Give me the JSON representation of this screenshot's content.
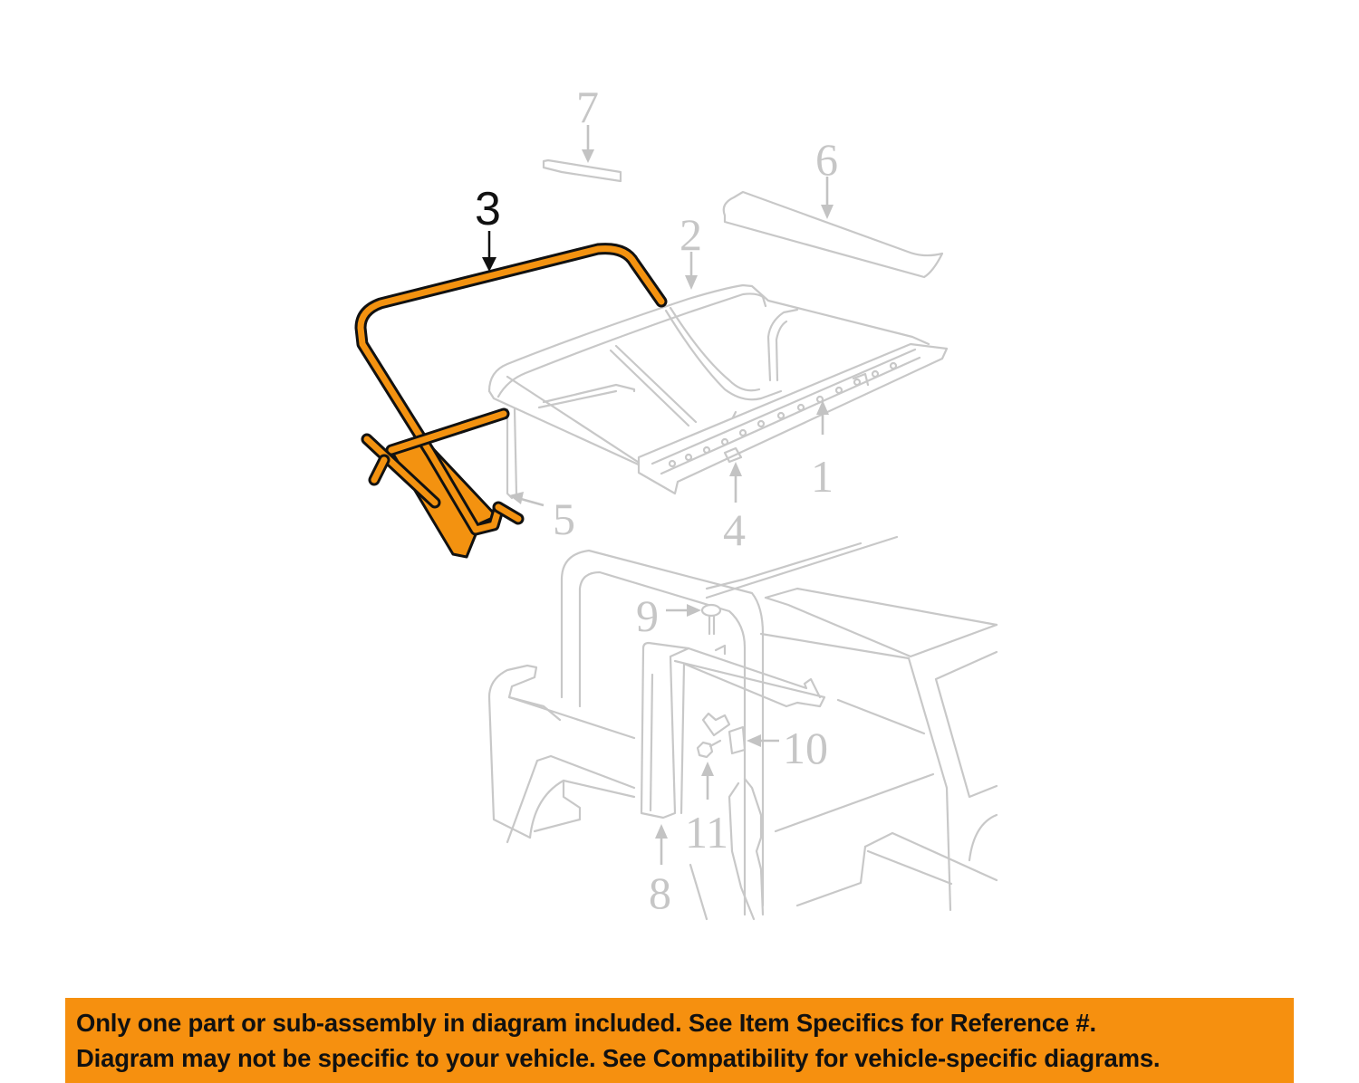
{
  "diagram": {
    "highlighted_part": {
      "callout": "3",
      "color": "#f39210",
      "outline_color": "#111111"
    },
    "callouts": [
      {
        "id": "1",
        "label": "1"
      },
      {
        "id": "2",
        "label": "2"
      },
      {
        "id": "3",
        "label": "3"
      },
      {
        "id": "4",
        "label": "4"
      },
      {
        "id": "5",
        "label": "5"
      },
      {
        "id": "6",
        "label": "6"
      },
      {
        "id": "7",
        "label": "7"
      },
      {
        "id": "8",
        "label": "8"
      },
      {
        "id": "9",
        "label": "9"
      },
      {
        "id": "10",
        "label": "10"
      },
      {
        "id": "11",
        "label": "11"
      }
    ],
    "ghost_color": "#c8c8c8"
  },
  "banner": {
    "background": "#f6900f",
    "line1": "Only one part or sub-assembly in diagram included. See Item Specifics for Reference #.",
    "line2": "Diagram may not be specific to your vehicle. See Compatibility for vehicle-specific diagrams."
  }
}
